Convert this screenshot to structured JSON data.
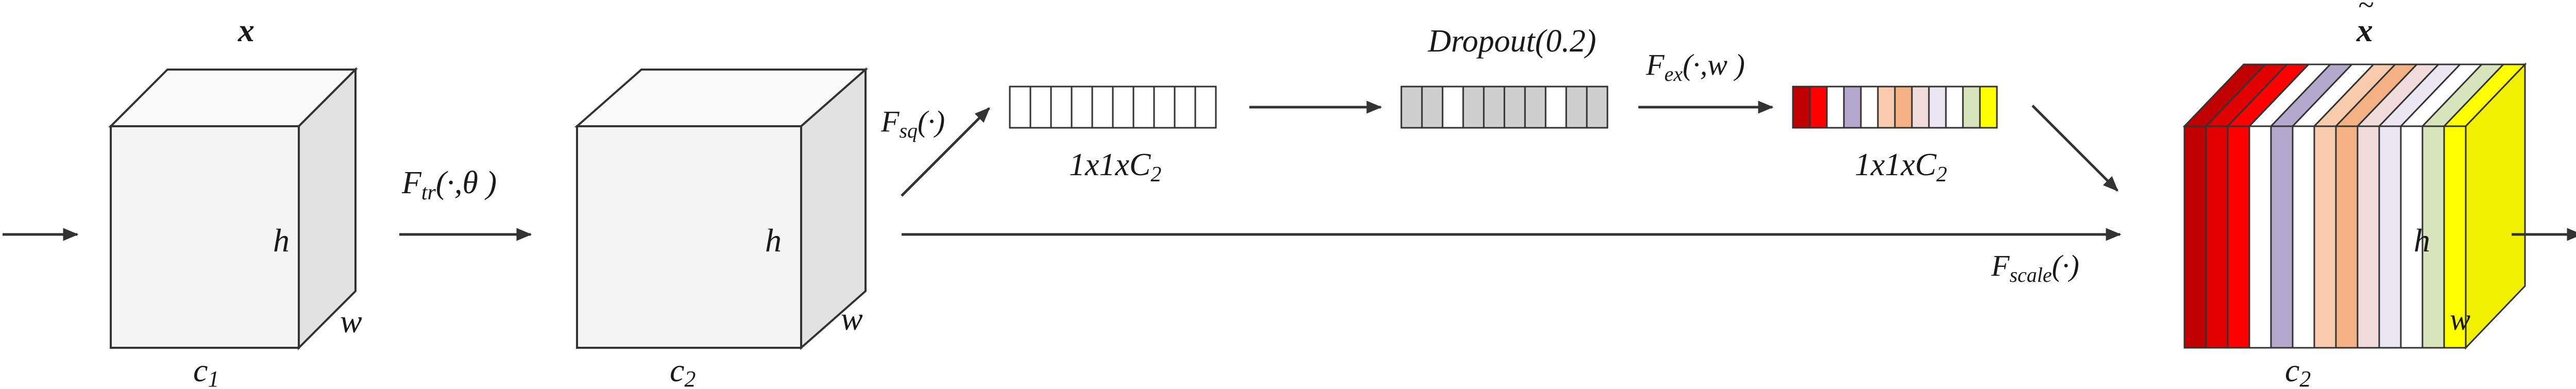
{
  "labels": {
    "input_x": "x",
    "input_h": "h",
    "input_w": "w",
    "input_c": "c",
    "input_c_sub": "1",
    "ftr_main": "F",
    "ftr_sub": "tr",
    "ftr_args": "(·,θ )",
    "mid_h": "h",
    "mid_w": "w",
    "mid_c": "c",
    "mid_c_sub": "2",
    "fsq_main": "F",
    "fsq_sub": "sq",
    "fsq_args": "(·)",
    "vec1_label": "1x1xC",
    "vec1_label_sub": "2",
    "dropout_label": "Dropout(0.2)",
    "fex_main": "F",
    "fex_sub": "ex",
    "fex_args": "(·,w )",
    "vec3_label": "1x1xC",
    "vec3_label_sub": "2",
    "fscale_main": "F",
    "fscale_sub": "scale",
    "fscale_args": "(·)",
    "out_x": "x",
    "out_tilde": "~",
    "out_h": "h",
    "out_w": "w",
    "out_c": "c",
    "out_c_sub": "2"
  },
  "dropout_cells": [
    "#cfcfcf",
    "#cfcfcf",
    "#ffffff",
    "#cfcfcf",
    "#cfcfcf",
    "#cfcfcf",
    "#cfcfcf",
    "#ffffff",
    "#cfcfcf",
    "#cfcfcf"
  ],
  "excitation_cells": [
    "#c00000",
    "#ff0000",
    "#ffffff",
    "#b4a8cc",
    "#ffffff",
    "#f8cbad",
    "#f4b183",
    "#f2dcdb",
    "#eae6f2",
    "#ffffff",
    "#d8e4bc",
    "#ffff00"
  ],
  "output_slabs": [
    "#c00000",
    "#e00000",
    "#ff0000",
    "#ffffff",
    "#b4a8cc",
    "#ffffff",
    "#f8cbad",
    "#f4b183",
    "#f2dcdb",
    "#eae6f2",
    "#ffffff",
    "#d8e4bc",
    "#ffff00"
  ],
  "colors": {
    "stroke": "#333333",
    "cube_front": "#f4f4f4",
    "cube_top": "#fbfbfb",
    "cube_side": "#e2e2e2"
  }
}
